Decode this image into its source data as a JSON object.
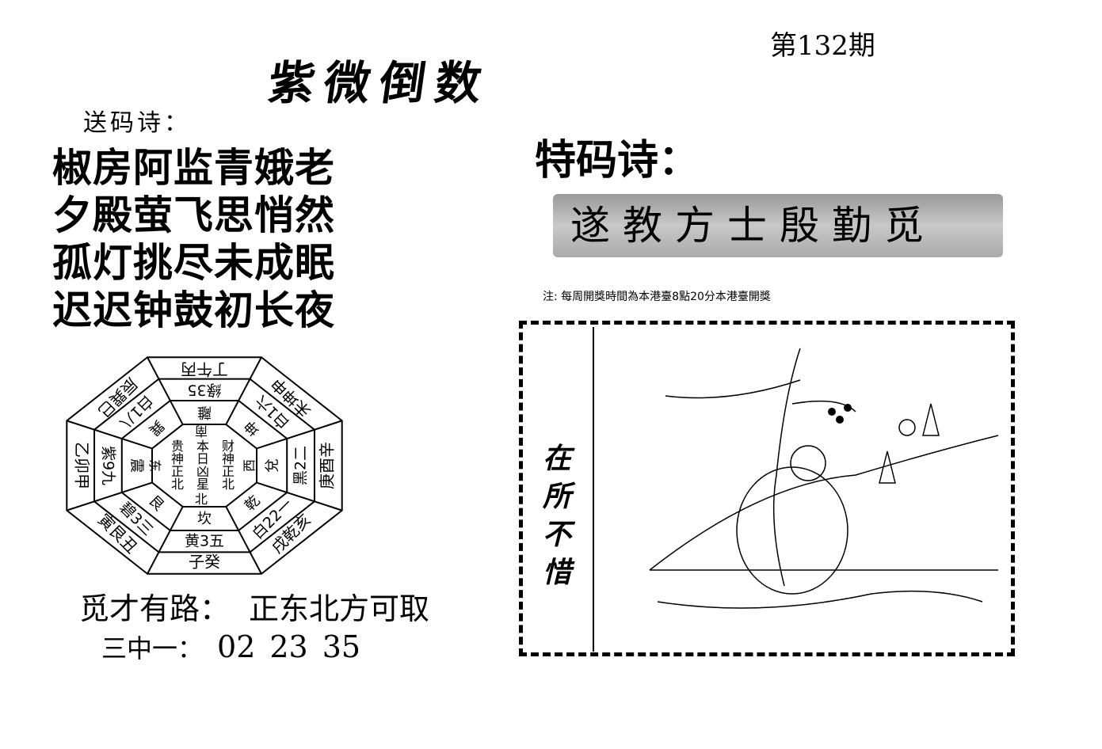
{
  "issue": "第132期",
  "title": "紫微倒数",
  "song_ma_label": "送码诗：",
  "poem": [
    "椒房阿监青娥老",
    "夕殿萤飞思悄然",
    "孤灯挑尽未成眠",
    "迟迟钟鼓初长夜"
  ],
  "te_ma_label": "特码诗：",
  "te_ma_line": "遂教方士殷勤觅",
  "note": "注:  每周開獎時間為本港臺8點20分本港臺開獎",
  "picture_caption": "在所不惜",
  "bagua": {
    "outer": [
      "丁午丙",
      "未坤申",
      "庚酉辛",
      "戌乾亥",
      "子癸",
      "寅艮丑",
      "乙卯甲",
      "辰巽巳"
    ],
    "stars": [
      "綠35",
      "白1六",
      "黑2二",
      "白22一",
      "黄3五",
      "碧3三",
      "紫9九",
      "白1八"
    ],
    "trigrams": [
      "離",
      "坤",
      "兌",
      "乾",
      "坎",
      "艮",
      "震",
      "巽"
    ],
    "center": {
      "south": "南",
      "west": "西",
      "east": "东",
      "north": "北",
      "left": "贵神正北",
      "middle": "本日凶星",
      "right": "财神正北"
    }
  },
  "route_label": "觅才有路：",
  "route_value": "正东北方可取",
  "three_label": "三中一：",
  "numbers": [
    "02",
    "23",
    "35"
  ]
}
